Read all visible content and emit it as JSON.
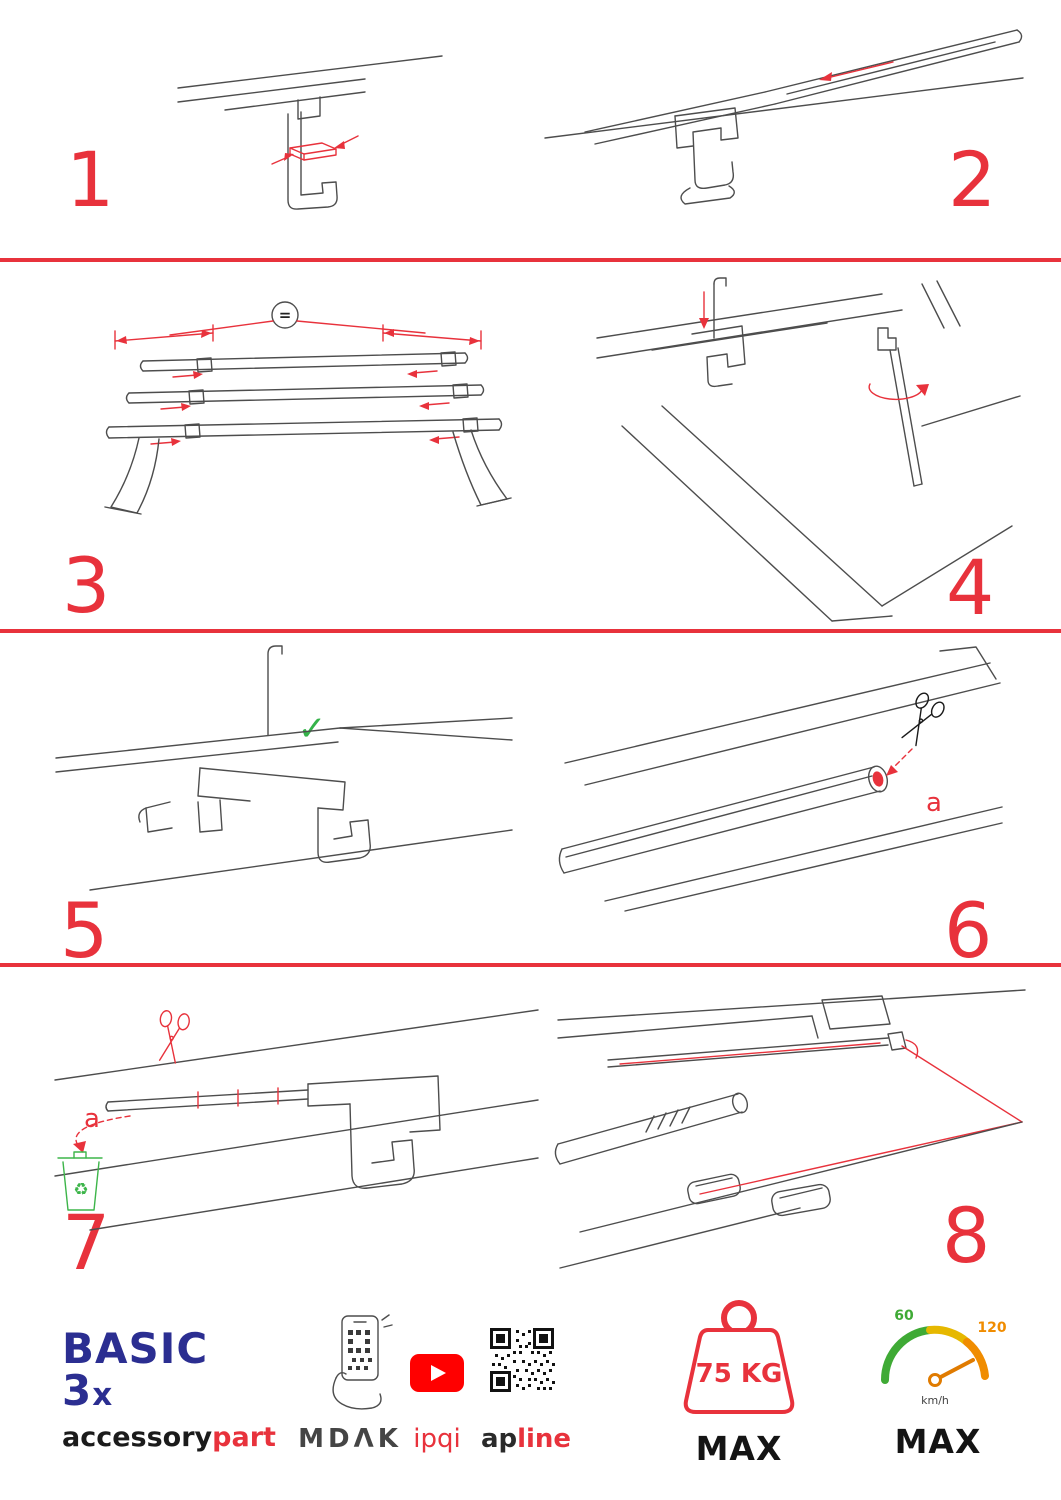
{
  "colors": {
    "accent_red": "#e8323c",
    "brand_blue": "#2b2e91",
    "green": "#3db54a",
    "gauge_green": "#3faa35",
    "gauge_orange": "#f08c00",
    "youtube_red": "#ff0000",
    "line_gray": "#4d4d4d"
  },
  "steps": [
    {
      "number": "1"
    },
    {
      "number": "2"
    },
    {
      "number": "3"
    },
    {
      "number": "4"
    },
    {
      "number": "5"
    },
    {
      "number": "6"
    },
    {
      "number": "7"
    },
    {
      "number": "8"
    }
  ],
  "labels": {
    "equals": "=",
    "a": "a"
  },
  "icons": {
    "check": "✓",
    "recycle": "♻"
  },
  "footer": {
    "brand": {
      "title_main": "BASIC 3",
      "title_suffix": "x",
      "subtitle_black": "accessory",
      "subtitle_red": "part"
    },
    "partners": {
      "mdak": "MDΛK",
      "ipqi": "ipqi",
      "apline_black": "ap",
      "apline_red": "line"
    },
    "weight": {
      "value": "75 KG",
      "label": "MAX"
    },
    "speed": {
      "low": "60",
      "high": "120",
      "unit": "km/h",
      "label": "MAX"
    }
  }
}
